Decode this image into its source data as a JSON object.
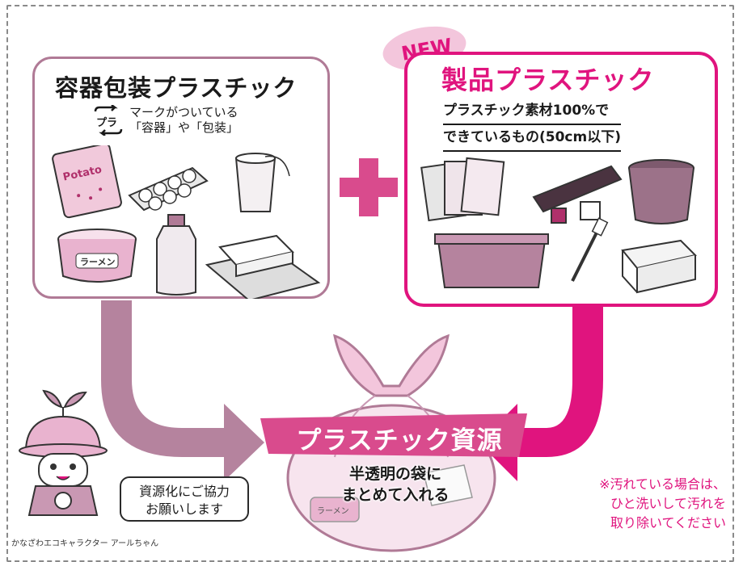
{
  "left_box": {
    "title": "容器包装プラスチック",
    "mark_label": "プラ",
    "mark_line1": "マークがついている",
    "mark_line2": "「容器」や「包装」",
    "potato_label": "Potato",
    "ramen_label": "ラーメン"
  },
  "badge": {
    "label": "NEW"
  },
  "right_box": {
    "title": "製品プラスチック",
    "desc_line1": "プラスチック素材100%で",
    "desc_line2": "できているもの(50cm以下)"
  },
  "center": {
    "banner": "プラスチック資源",
    "bag_line1": "半透明の袋に",
    "bag_line2": "まとめて入れる",
    "bag_ramen_label": "ラーメン"
  },
  "character": {
    "bubble_line1": "資源化にご協力",
    "bubble_line2": "お願いします",
    "caption": "かなざわエコキャラクター アールちゃん"
  },
  "note": {
    "line1": "※汚れている場合は、",
    "line2": "ひと洗いして汚れを",
    "line3": "取り除いてください"
  },
  "colors": {
    "magenta": "#e0147e",
    "mauve": "#b07a96",
    "pink_light": "#f3c6dc"
  }
}
